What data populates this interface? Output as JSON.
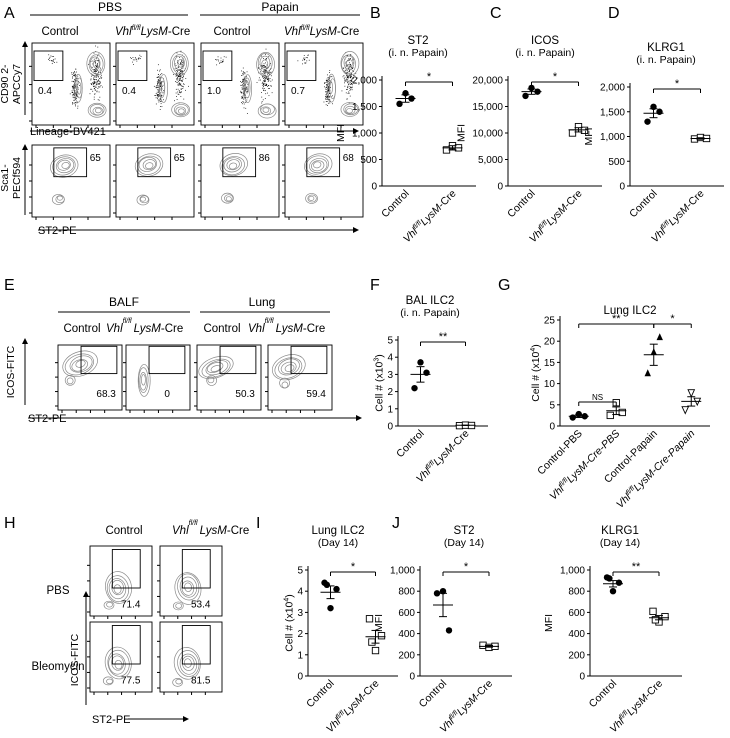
{
  "panels": {
    "A": {
      "letter": "A",
      "groups": [
        "PBS",
        "Papain"
      ],
      "cols": [
        "Control",
        "Vhl",
        "fl/fl",
        "LysM",
        "-Cre",
        "Control",
        "Vhl",
        "fl/fl",
        "LysM",
        "-Cre"
      ],
      "top_y_label": [
        "CD90 2-",
        "APCCy7"
      ],
      "top_x_label": "Lineage-BV421",
      "top_gates": [
        "0.4",
        "0.4",
        "1.0",
        "0.7"
      ],
      "bot_y_label": [
        "Sca1-",
        "PECf594"
      ],
      "bot_x_label": "ST2-PE",
      "bot_gates": [
        "65",
        "65",
        "86",
        "68"
      ]
    },
    "E": {
      "letter": "E",
      "groups": [
        "BALF",
        "Lung"
      ],
      "cols": [
        "Control",
        "Vhl",
        "fl/fl",
        "LysM",
        "-Cre",
        "Control",
        "Vhl",
        "fl/fl",
        "LysM",
        "-Cre"
      ],
      "y_label": "ICOS-FITC",
      "x_label": "ST2-PE",
      "gates": [
        "68.3",
        "0",
        "50.3",
        "59.4"
      ]
    },
    "H": {
      "letter": "H",
      "cols": [
        "Control",
        "Vhl",
        "fl/fl",
        "LysM",
        "-Cre"
      ],
      "rows": [
        "PBS",
        "Bleomycin"
      ],
      "y_label": "ICOS-FITC",
      "x_label": "ST2-PE",
      "gates": [
        "71.4",
        "53.4",
        "77.5",
        "81.5"
      ]
    }
  },
  "chart_data": [
    {
      "id": "B",
      "type": "scatter",
      "title": "ST2",
      "subtitle": "(i. n. Papain)",
      "ylabel": "MFI",
      "ylim": [
        0,
        2000
      ],
      "yticks": [
        "0",
        "500",
        "1,000",
        "1,500",
        "2,000"
      ],
      "categories": [
        "Control",
        "Vhl",
        "fl/fl",
        "LysM",
        "-Cre"
      ],
      "series": [
        {
          "values": [
            1550,
            1750,
            1650
          ],
          "mean": 1650,
          "sem": 70,
          "marker": "filled-circle"
        },
        {
          "values": [
            680,
            760,
            720
          ],
          "mean": 720,
          "sem": 40,
          "marker": "open-square"
        }
      ],
      "significance": [
        {
          "from": 0,
          "to": 1,
          "label": "*"
        }
      ]
    },
    {
      "id": "C",
      "type": "scatter",
      "title": "ICOS",
      "subtitle": "(i. n. Papain)",
      "ylabel": "MFI",
      "ylim": [
        0,
        20000
      ],
      "yticks": [
        "0",
        "5,000",
        "10,000",
        "15,000",
        "20,000"
      ],
      "categories": [
        "Control",
        "Vhl",
        "fl/fl",
        "LysM",
        "-Cre"
      ],
      "series": [
        {
          "values": [
            17000,
            18500,
            17800
          ],
          "mean": 17800,
          "sem": 500,
          "marker": "filled-circle"
        },
        {
          "values": [
            10000,
            11200,
            10500
          ],
          "mean": 10600,
          "sem": 400,
          "marker": "open-square"
        }
      ],
      "significance": [
        {
          "from": 0,
          "to": 1,
          "label": "*"
        }
      ]
    },
    {
      "id": "D",
      "type": "scatter",
      "title": "KLRG1",
      "subtitle": "(i. n. Papain)",
      "ylabel": "MFI",
      "ylim": [
        0,
        2000
      ],
      "yticks": [
        "0",
        "500",
        "1,000",
        "1,500",
        "2,000"
      ],
      "categories": [
        "Control",
        "Vhl",
        "fl/fl",
        "LysM",
        "-Cre"
      ],
      "series": [
        {
          "values": [
            1300,
            1600,
            1500
          ],
          "mean": 1470,
          "sem": 90,
          "marker": "filled-circle"
        },
        {
          "values": [
            950,
            980,
            960
          ],
          "mean": 960,
          "sem": 15,
          "marker": "open-square"
        }
      ],
      "significance": [
        {
          "from": 0,
          "to": 1,
          "label": "*"
        }
      ]
    },
    {
      "id": "F",
      "type": "scatter",
      "title": "BAL ILC2",
      "subtitle": "(i. n. Papain)",
      "ylabel": "Cell # (x10",
      "ylabel_exp": "3",
      "ylim": [
        0,
        5
      ],
      "yticks": [
        "0",
        "1",
        "2",
        "3",
        "4",
        "5"
      ],
      "categories": [
        "Control",
        "Vhl",
        "fl/fl",
        "LysM",
        "-Cre"
      ],
      "series": [
        {
          "values": [
            2.2,
            3.7,
            3.1
          ],
          "mean": 3.0,
          "sem": 0.45,
          "marker": "filled-circle"
        },
        {
          "values": [
            0.02,
            0.05,
            0.03
          ],
          "mean": 0.04,
          "sem": 0.01,
          "marker": "open-square"
        }
      ],
      "significance": [
        {
          "from": 0,
          "to": 1,
          "label": "**"
        }
      ]
    },
    {
      "id": "G",
      "type": "scatter",
      "title": "Lung ILC2",
      "subtitle": "",
      "ylabel": "Cell # (x10",
      "ylabel_exp": "4",
      "ylim": [
        0,
        25
      ],
      "yticks": [
        "0",
        "5",
        "10",
        "15",
        "20",
        "25"
      ],
      "categories": [
        "Control-PBS",
        "Vhl",
        "fl/fl",
        "LysM-Cre-PBS",
        "Control-Papain",
        "Vhl",
        "fl/fl",
        "LysM-Cre-Papain"
      ],
      "series": [
        {
          "values": [
            2.0,
            2.8,
            2.3
          ],
          "mean": 2.3,
          "sem": 0.3,
          "marker": "filled-circle"
        },
        {
          "values": [
            2.5,
            5.5,
            3.2
          ],
          "mean": 3.6,
          "sem": 0.9,
          "marker": "open-square"
        },
        {
          "values": [
            12.5,
            17.5,
            21.0
          ],
          "mean": 16.8,
          "sem": 2.5,
          "marker": "filled-triangle"
        },
        {
          "values": [
            3.8,
            7.8,
            5.8
          ],
          "mean": 5.8,
          "sem": 1.1,
          "marker": "open-triangle-down"
        }
      ],
      "significance": [
        {
          "from": 0,
          "to": 1,
          "label": "NS"
        },
        {
          "from": 0,
          "to": 2,
          "label": "**"
        },
        {
          "from": 2,
          "to": 3,
          "label": "*"
        }
      ]
    },
    {
      "id": "I",
      "type": "scatter",
      "title": "Lung ILC2",
      "subtitle": "(Day 14)",
      "ylabel": "Cell # (x10",
      "ylabel_exp": "4",
      "ylim": [
        0,
        5
      ],
      "yticks": [
        "0",
        "1",
        "2",
        "3",
        "4",
        "5"
      ],
      "categories": [
        "Control",
        "Vhl",
        "fl/fl",
        "LysM",
        "-Cre"
      ],
      "series": [
        {
          "values": [
            4.4,
            4.1,
            3.2,
            4.3
          ],
          "mean": 3.95,
          "sem": 0.3,
          "marker": "filled-circle"
        },
        {
          "values": [
            2.7,
            1.9,
            1.2,
            1.6
          ],
          "mean": 1.85,
          "sem": 0.3,
          "marker": "open-square"
        }
      ],
      "significance": [
        {
          "from": 0,
          "to": 1,
          "label": "*"
        }
      ]
    },
    {
      "id": "J1",
      "type": "scatter",
      "title": "ST2",
      "subtitle": "(Day 14)",
      "ylabel": "MFI",
      "ylim": [
        0,
        1000
      ],
      "yticks": [
        "0",
        "200",
        "400",
        "600",
        "800",
        "1,000"
      ],
      "categories": [
        "Control",
        "Vhl",
        "fl/fl",
        "LysM",
        "-Cre"
      ],
      "series": [
        {
          "values": [
            780,
            800,
            430
          ],
          "mean": 670,
          "sem": 110,
          "marker": "filled-circle"
        },
        {
          "values": [
            290,
            270,
            280
          ],
          "mean": 280,
          "sem": 8,
          "marker": "open-square"
        }
      ],
      "significance": [
        {
          "from": 0,
          "to": 1,
          "label": "*"
        }
      ]
    },
    {
      "id": "J2",
      "type": "scatter",
      "title": "KLRG1",
      "subtitle": "(Day 14)",
      "ylabel": "MFI",
      "ylim": [
        0,
        1000
      ],
      "yticks": [
        "0",
        "200",
        "400",
        "600",
        "800",
        "1,000"
      ],
      "categories": [
        "Control",
        "Vhl",
        "fl/fl",
        "LysM",
        "-Cre"
      ],
      "series": [
        {
          "values": [
            930,
            880,
            800,
            920
          ],
          "mean": 870,
          "sem": 30,
          "marker": "filled-circle"
        },
        {
          "values": [
            610,
            560,
            510,
            530
          ],
          "mean": 550,
          "sem": 20,
          "marker": "open-square"
        }
      ],
      "significance": [
        {
          "from": 0,
          "to": 1,
          "label": "**"
        }
      ]
    }
  ],
  "letters": {
    "B": "B",
    "C": "C",
    "D": "D",
    "F": "F",
    "G": "G",
    "I": "I",
    "J": "J"
  }
}
